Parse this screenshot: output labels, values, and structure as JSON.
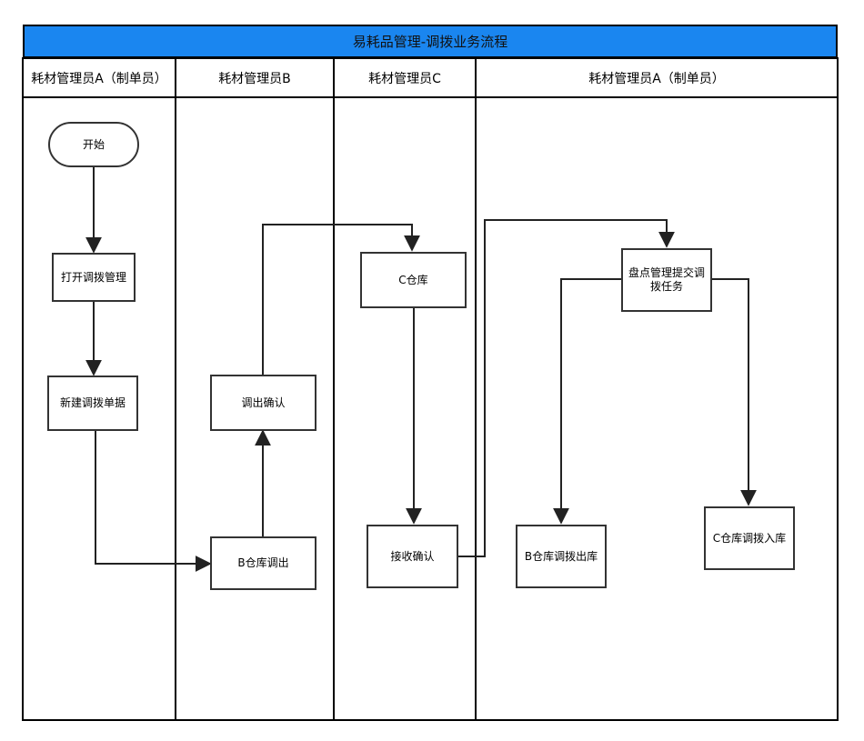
{
  "title": "易耗品管理-调拨业务流程",
  "lanes": [
    {
      "label": "耗材管理员A（制单员）"
    },
    {
      "label": "耗材管理员B"
    },
    {
      "label": "耗材管理员C"
    },
    {
      "label": "耗材管理员A（制单员）"
    }
  ],
  "nodes": {
    "start": "开始",
    "open_transfer": "打开调拨管理",
    "new_transfer_doc": "新建调拨单据",
    "b_warehouse_out": "B仓库调出",
    "confirm_out": "调出确认",
    "c_warehouse": "C仓库",
    "confirm_receive": "接收确认",
    "submit_task": "盘点管理提交调拨任务",
    "b_transfer_out": "B仓库调拨出库",
    "c_transfer_in": "C仓库调拨入库"
  },
  "colors": {
    "title_bar": "#1a86f0",
    "border": "#000000",
    "node_border": "#333333"
  }
}
